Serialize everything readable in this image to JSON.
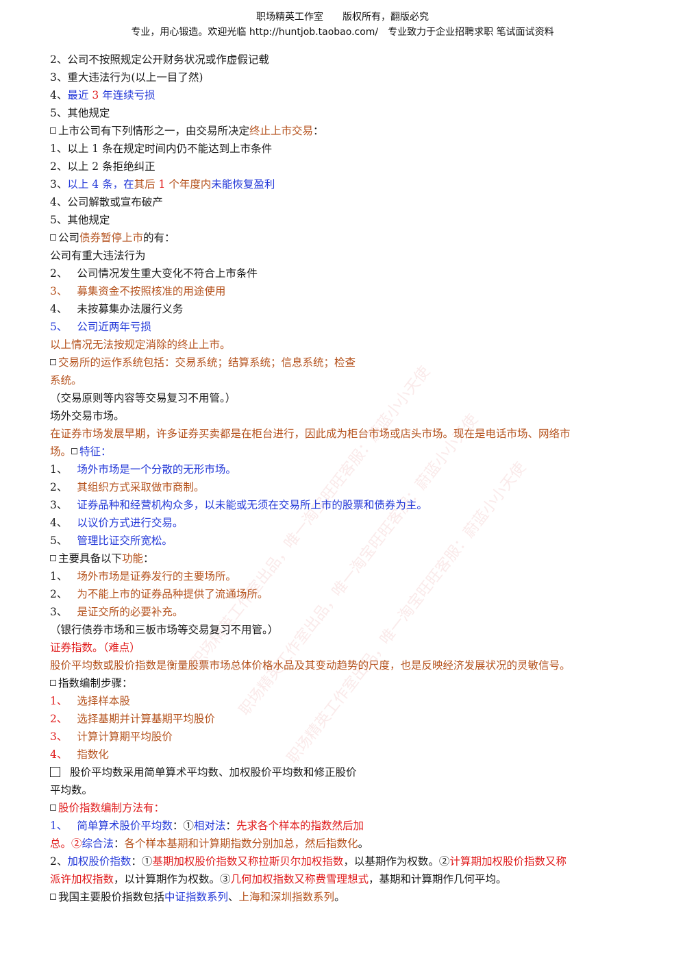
{
  "header": {
    "line1": "职场精英工作室　　版权所有，翻版必究",
    "line2": "专业，用心锻造。欢迎光临 http://huntjob.taobao.com/　专业致力于企业招聘求职 笔试面试资料"
  },
  "watermarks": [
    "职场精英工作室出品，唯一淘宝旺旺客服：蔚蓝小小天使",
    "职场精英工作室出品，唯一淘宝旺旺客服：蔚蓝小小天使",
    "职场精英工作室出品，唯一淘宝旺旺客服：蔚蓝小小天使"
  ],
  "lines": [
    [
      {
        "t": "2、公司不按照规定公开财务状况或作虚假记载",
        "c": "k"
      }
    ],
    [
      {
        "t": "3、重大违法行为(以上一目了然)",
        "c": "k"
      }
    ],
    [
      {
        "t": "4、",
        "c": "k"
      },
      {
        "t": "最近",
        "c": "b"
      },
      {
        "t": " 3 ",
        "c": "r"
      },
      {
        "t": "年连续亏损",
        "c": "b"
      }
    ],
    [
      {
        "t": "5、其他规定",
        "c": "k"
      }
    ],
    [
      {
        "sq": 1
      },
      {
        "t": "上市公司有下列情形之一，由交易所决定",
        "c": "k"
      },
      {
        "t": "终止上市交易",
        "c": "o"
      },
      {
        "t": "：",
        "c": "k"
      }
    ],
    [
      {
        "t": "1、以上 1 条在规定时间内仍不能达到上市条件",
        "c": "k"
      }
    ],
    [
      {
        "t": "2、以上 2 条拒绝纠正",
        "c": "k"
      }
    ],
    [
      {
        "t": "3、",
        "c": "k"
      },
      {
        "t": "以上 4 条，在",
        "c": "b"
      },
      {
        "t": "其后",
        "c": "o"
      },
      {
        "t": " 1 ",
        "c": "r"
      },
      {
        "t": "个年度内",
        "c": "o"
      },
      {
        "t": "未能恢复盈利",
        "c": "b"
      }
    ],
    [
      {
        "t": "4、公司解散或宣布破产",
        "c": "k"
      }
    ],
    [
      {
        "t": "5、其他规定",
        "c": "k"
      }
    ],
    [
      {
        "sq": 1
      },
      {
        "t": "公司",
        "c": "k"
      },
      {
        "t": "债券暂停上市",
        "c": "o"
      },
      {
        "t": "的有：",
        "c": "k"
      }
    ],
    [
      {
        "t": "公司有重大违法行为",
        "c": "k"
      }
    ],
    [
      {
        "t": "2、",
        "c": "k"
      },
      {
        "ind": 1
      },
      {
        "t": "公司情况发生重大变化不符合上市条件",
        "c": "k"
      }
    ],
    [
      {
        "t": "3、",
        "c": "o"
      },
      {
        "ind": 1
      },
      {
        "t": "募集资金不按照核准的用途使用",
        "c": "o"
      }
    ],
    [
      {
        "t": "4、",
        "c": "k"
      },
      {
        "ind": 1
      },
      {
        "t": "未按募集办法履行义务",
        "c": "k"
      }
    ],
    [
      {
        "t": "5、",
        "c": "b"
      },
      {
        "ind": 1
      },
      {
        "t": "公司近两年亏损",
        "c": "b"
      }
    ],
    [
      {
        "t": "以上情况无法按规定消除的终止上市。",
        "c": "o"
      }
    ],
    [
      {
        "sq": 1
      },
      {
        "t": "交易所的运作系统包括：交易系统；结算系统；信息系统；检查",
        "c": "o"
      }
    ],
    [
      {
        "t": "系统。",
        "c": "o"
      }
    ],
    [
      {
        "t": "（交易原则等内容等交易复习不用管。）",
        "c": "k"
      }
    ],
    [
      {
        "t": "场外交易市场。",
        "c": "k"
      }
    ],
    [
      {
        "t": "在证券市场发展早期，许多证券买卖都是在柜台进行，因此成为柜台市场或店头市场。现在是电话市场、网络市",
        "c": "o"
      }
    ],
    [
      {
        "t": "场。",
        "c": "o"
      },
      {
        "sq": 1
      },
      {
        "t": "特征：",
        "c": "b"
      }
    ],
    [
      {
        "t": "1、",
        "c": "k"
      },
      {
        "ind": 1
      },
      {
        "t": "场外市场是一个分散的无形市场。",
        "c": "b"
      }
    ],
    [
      {
        "t": "2、",
        "c": "k"
      },
      {
        "ind": 1
      },
      {
        "t": "其组织方式采取做市商制。",
        "c": "o"
      }
    ],
    [
      {
        "t": "3、",
        "c": "k"
      },
      {
        "ind": 1
      },
      {
        "t": "证券品种和经营机构众多，以未能或无须在交易所上市的股票和债券为主。",
        "c": "b"
      }
    ],
    [
      {
        "t": "4、",
        "c": "k"
      },
      {
        "ind": 1
      },
      {
        "t": "以议价方式进行交易。",
        "c": "b"
      }
    ],
    [
      {
        "t": "5、",
        "c": "k"
      },
      {
        "ind": 1
      },
      {
        "t": "管理比证交所宽松。",
        "c": "b"
      }
    ],
    [
      {
        "sq": 1
      },
      {
        "t": "主要具备以下",
        "c": "k"
      },
      {
        "t": "功能",
        "c": "o"
      },
      {
        "t": "：",
        "c": "k"
      }
    ],
    [
      {
        "t": "1、",
        "c": "k"
      },
      {
        "ind": 1
      },
      {
        "t": "场外市场是证券发行的主要场所。",
        "c": "o"
      }
    ],
    [
      {
        "t": "2、",
        "c": "k"
      },
      {
        "ind": 1
      },
      {
        "t": "为不能上市的证券品种提供了流通场所。",
        "c": "o"
      }
    ],
    [
      {
        "t": "3、",
        "c": "k"
      },
      {
        "ind": 1
      },
      {
        "t": "是证交所的必要补充。",
        "c": "o"
      }
    ],
    [
      {
        "t": "（银行债券市场和三板市场等交易复习不用管。）",
        "c": "k"
      }
    ],
    [
      {
        "t": "证券指数。（难点）",
        "c": "r"
      }
    ],
    [
      {
        "t": "股价平均数或股价指数是衡量股票市场总体价格水品及其变动趋势的尺度，也是反映经济发展状况的灵敏信号。",
        "c": "o"
      }
    ],
    [
      {
        "sq": 1
      },
      {
        "t": "指数编制步骤：",
        "c": "k"
      }
    ],
    [
      {
        "t": "1、",
        "c": "r"
      },
      {
        "ind": 1
      },
      {
        "t": "选择样本股",
        "c": "o"
      }
    ],
    [
      {
        "t": "2、",
        "c": "r"
      },
      {
        "ind": 1
      },
      {
        "t": "选择基期并计算基期平均股价",
        "c": "o"
      }
    ],
    [
      {
        "t": "3、",
        "c": "r"
      },
      {
        "ind": 1
      },
      {
        "t": "计算计算期平均股价",
        "c": "o"
      }
    ],
    [
      {
        "t": "4、",
        "c": "r"
      },
      {
        "ind": 1
      },
      {
        "t": "指数化",
        "c": "o"
      }
    ],
    [
      {
        "bigsq": 1
      },
      {
        "t": "股价平均数采用简单算术平均数、加权股价平均数和修正股价",
        "c": "k"
      }
    ],
    [
      {
        "t": "平均数。",
        "c": "k"
      }
    ],
    [
      {
        "sq": 1
      },
      {
        "t": "股价指数编制方法有：",
        "c": "r"
      }
    ],
    [
      {
        "t": "1、",
        "c": "b"
      },
      {
        "ind": 1
      },
      {
        "t": "简单算术股价平均数",
        "c": "b"
      },
      {
        "t": "：①",
        "c": "k"
      },
      {
        "t": "相对法",
        "c": "b"
      },
      {
        "t": "：",
        "c": "k"
      },
      {
        "t": "先求各个样本的指数然后加",
        "c": "r"
      }
    ],
    [
      {
        "t": "总。②",
        "c": "r"
      },
      {
        "t": "综合法",
        "c": "b"
      },
      {
        "t": "：",
        "c": "k"
      },
      {
        "t": "各个样本基期和计算期指数分别加总，然后指数化",
        "c": "o"
      },
      {
        "t": "。",
        "c": "k"
      }
    ],
    [
      {
        "t": "2、",
        "c": "k"
      },
      {
        "t": "加权股价指数",
        "c": "b"
      },
      {
        "t": "：①",
        "c": "k"
      },
      {
        "t": "基期加权股价指数又称拉斯贝尔加权指数",
        "c": "r"
      },
      {
        "t": "，以基期作为权数。②",
        "c": "k"
      },
      {
        "t": "计算期加权股价指数又称",
        "c": "r"
      }
    ],
    [
      {
        "t": "派许加权指数",
        "c": "r"
      },
      {
        "t": "，以计算期作为权数。③",
        "c": "k"
      },
      {
        "t": "几何加权指数又称费雪理想式",
        "c": "r"
      },
      {
        "t": "，基期和计算期作几何平均。",
        "c": "k"
      }
    ],
    [
      {
        "sq": 1
      },
      {
        "t": "我国主要股价指数包括",
        "c": "k"
      },
      {
        "t": "中证指数系列",
        "c": "b"
      },
      {
        "t": "、",
        "c": "k"
      },
      {
        "t": "上海和深圳指数系列",
        "c": "o"
      },
      {
        "t": "。",
        "c": "k"
      }
    ]
  ]
}
